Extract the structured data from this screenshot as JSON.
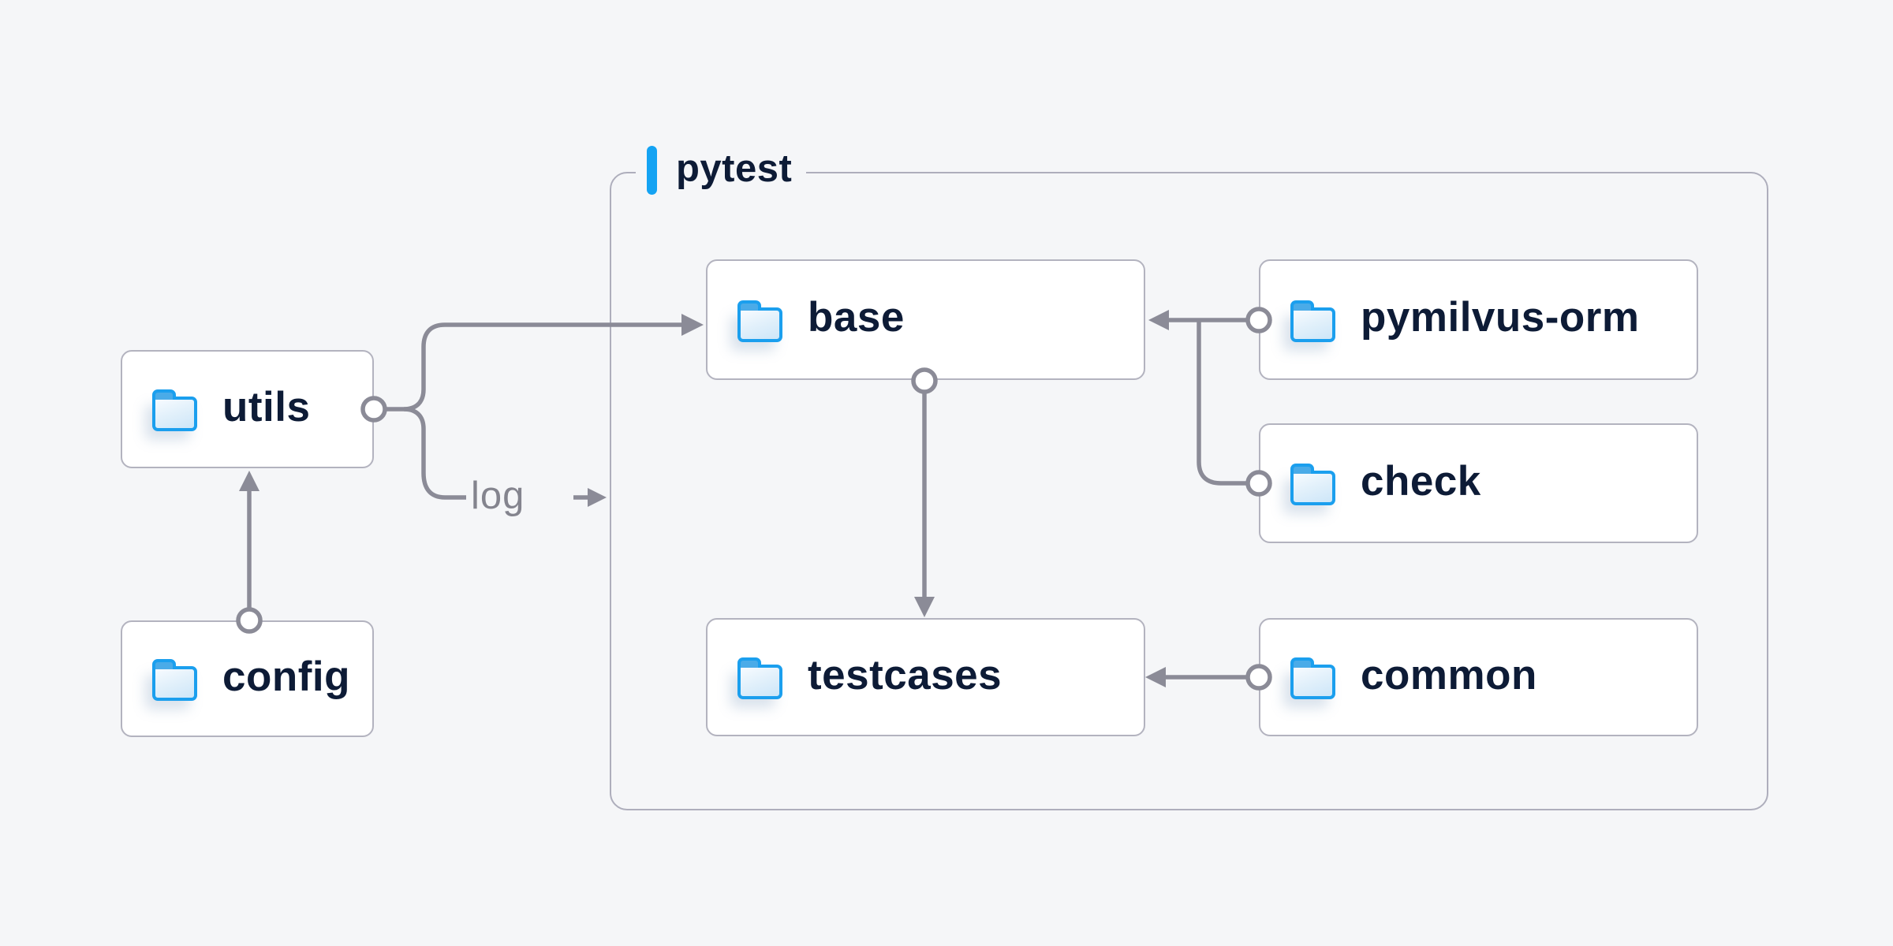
{
  "diagram": {
    "group": {
      "label": "pytest"
    },
    "nodes": [
      {
        "id": "utils",
        "label": "utils",
        "icon": "folder-icon",
        "inside_group": false
      },
      {
        "id": "config",
        "label": "config",
        "icon": "folder-icon",
        "inside_group": false
      },
      {
        "id": "base",
        "label": "base",
        "icon": "folder-icon",
        "inside_group": true
      },
      {
        "id": "pymilvus-orm",
        "label": "pymilvus-orm",
        "icon": "folder-icon",
        "inside_group": true
      },
      {
        "id": "check",
        "label": "check",
        "icon": "folder-icon",
        "inside_group": true
      },
      {
        "id": "testcases",
        "label": "testcases",
        "icon": "folder-icon",
        "inside_group": true
      },
      {
        "id": "common",
        "label": "common",
        "icon": "folder-icon",
        "inside_group": true
      }
    ],
    "edges": [
      {
        "from": "utils",
        "to": "base",
        "label": ""
      },
      {
        "from": "utils",
        "to": "pytest",
        "label": "log"
      },
      {
        "from": "config",
        "to": "utils",
        "label": ""
      },
      {
        "from": "base",
        "to": "testcases",
        "label": ""
      },
      {
        "from": "pymilvus-orm",
        "to": "base",
        "label": ""
      },
      {
        "from": "check",
        "to": "base",
        "label": ""
      },
      {
        "from": "common",
        "to": "testcases",
        "label": ""
      }
    ],
    "colors": {
      "background": "#f5f6f8",
      "node_fill": "#ffffff",
      "node_border": "#b3b3bf",
      "group_border": "#aeaebc",
      "connector_gray": "#8b8b97",
      "text_navy": "#0d1b36",
      "muted_text": "#84848e",
      "accent_blue": "#14a3f3",
      "folder_blue": "#1b9fee"
    }
  }
}
